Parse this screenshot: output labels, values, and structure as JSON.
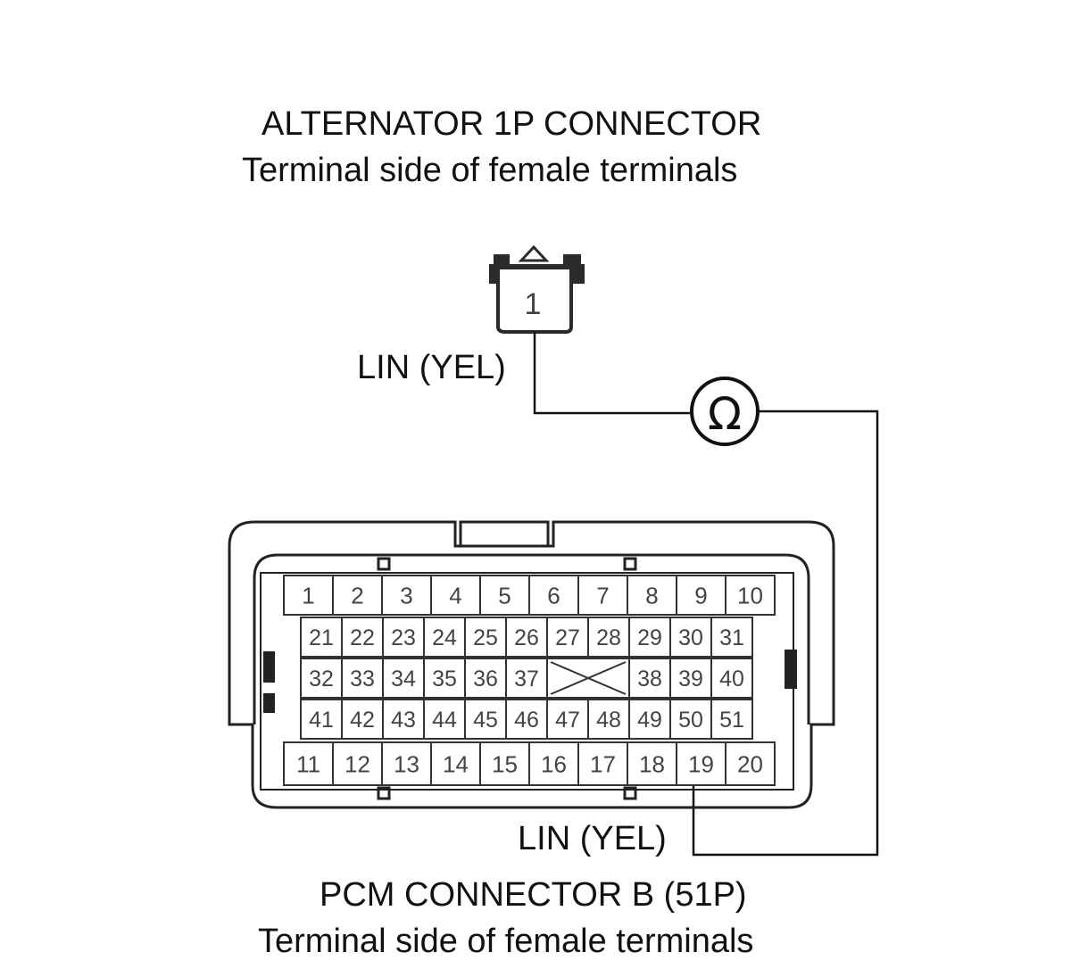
{
  "alternator": {
    "title": "ALTERNATOR 1P CONNECTOR",
    "subtitle": "Terminal side of female terminals",
    "terminal": "1",
    "wire_label": "LIN (YEL)"
  },
  "meter": {
    "symbol": "Ω",
    "icon": "ohmmeter-icon"
  },
  "pcm": {
    "title": "PCM CONNECTOR B (51P)",
    "subtitle": "Terminal side of female terminals",
    "wire_label": "LIN (YEL)",
    "rows": [
      [
        "1",
        "2",
        "3",
        "4",
        "5",
        "6",
        "7",
        "8",
        "9",
        "10"
      ],
      [
        "21",
        "22",
        "23",
        "24",
        "25",
        "26",
        "27",
        "28",
        "29",
        "30",
        "31"
      ],
      [
        "32",
        "33",
        "34",
        "35",
        "36",
        "37",
        "",
        "38",
        "39",
        "40"
      ],
      [
        "41",
        "42",
        "43",
        "44",
        "45",
        "46",
        "47",
        "48",
        "49",
        "50",
        "51"
      ],
      [
        "11",
        "12",
        "13",
        "14",
        "15",
        "16",
        "17",
        "18",
        "19",
        "20"
      ]
    ]
  }
}
